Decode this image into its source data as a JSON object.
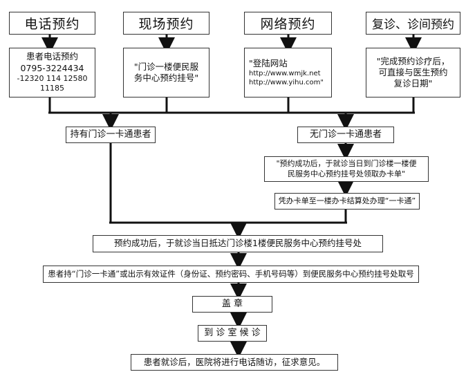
{
  "top": {
    "phone_title": "电话预约",
    "onsite_title": "现场预约",
    "online_title": "网络预约",
    "revisit_title": "复诊、诊间预约"
  },
  "details": {
    "phone": [
      "患者电话预约",
      "0795-3224434",
      "-12320  114 12580  11185"
    ],
    "onsite": [
      "\"门诊一楼便民服",
      "务中心预约挂号\""
    ],
    "online": [
      "\"登陆网站",
      "http://www.wmjk.net",
      "http://www.yihu.com\""
    ],
    "revisit": [
      "\"完成预约诊疗后，",
      "可直接与医生预约",
      "复诊日期\""
    ]
  },
  "branches": {
    "with_card": "持有门诊一卡通患者",
    "without_card": "无门诊一卡通患者",
    "without_step1": [
      "\"预约成功后，于就诊当日到门诊楼一楼便",
      "民服务中心预约挂号处领取办卡单\""
    ],
    "without_step2": "凭办卡单至一楼办卡结算处办理“一卡通”"
  },
  "steps": {
    "arrive": "预约成功后，于就诊当日抵达门诊楼1楼便民服务中心预约挂号处",
    "take_number": "患者持“门诊一卡通”或出示有效证件（身份证、预约密码、手机号码等）到便民服务中心预约挂号处取号",
    "stamp": "盖      章",
    "wait": "到 诊 室 候 诊",
    "followup": "患者就诊后，医院将进行电话随访，征求意见。"
  }
}
